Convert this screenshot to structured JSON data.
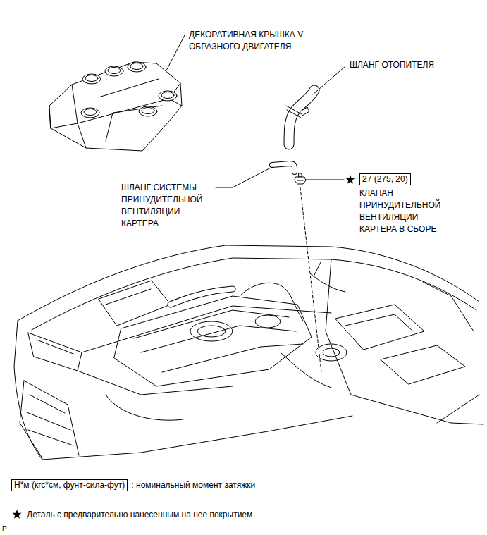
{
  "diagram": {
    "nodes": [
      {
        "text": [
          "27 (275, 20)"
        ]
      },
      {
        "text": [
          "Н*м (кгс*см, фунт-сила-фут)"
        ]
      }
    ],
    "labels": [
      "ДЕКОРАТИВНАЯ КРЫШКА V-ОБРАЗНОГО ДВИГАТЕЛЯ",
      "ШЛАНГ ОТОПИТЕЛЯ",
      "ШЛАНГ СИСТЕМЫ ПРИНУДИТЕЛЬНОЙ ВЕНТИЛЯЦИИ КАРТЕРА",
      "КЛАПАН ПРИНУДИТЕЛЬНОЙ ВЕНТИЛЯЦИИ КАРТЕРА В СБОРЕ",
      "P"
    ],
    "legend": [
      {
        "text": ": номинальный момент затяжки"
      },
      {
        "text": "Деталь с предварительно нанесенным на нее покрытием"
      }
    ]
  }
}
